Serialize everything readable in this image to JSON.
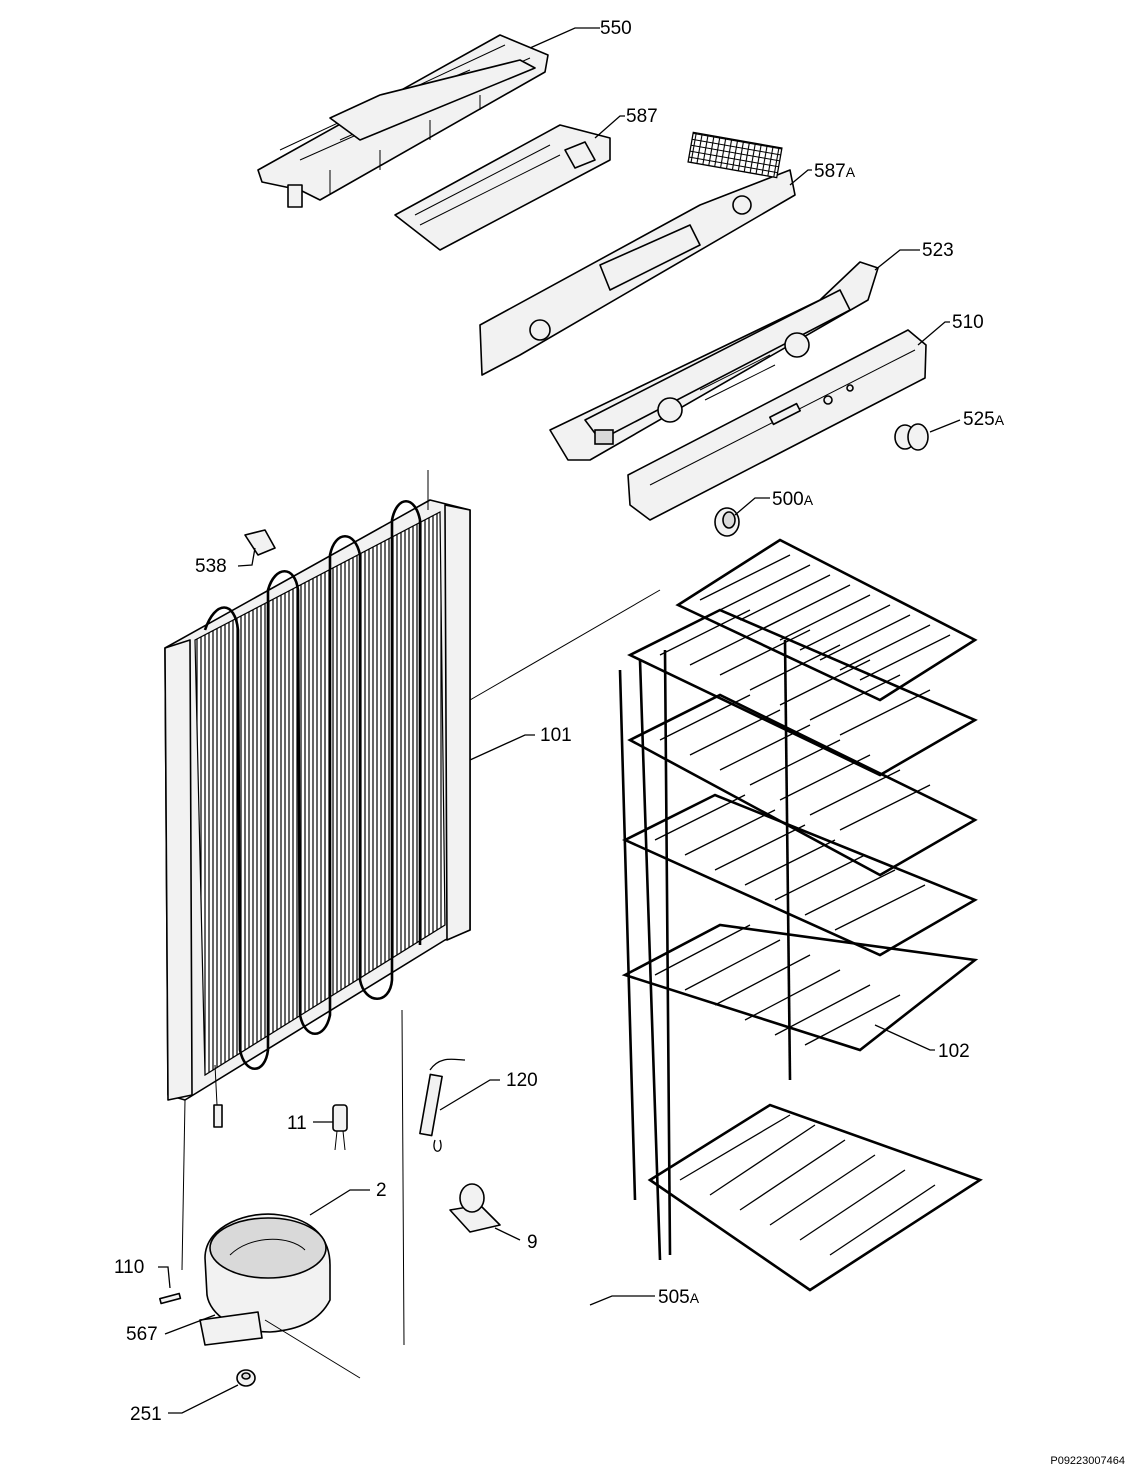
{
  "parts": [
    {
      "id": "550",
      "num": "550",
      "suffix": ""
    },
    {
      "id": "587",
      "num": "587",
      "suffix": ""
    },
    {
      "id": "587A",
      "num": "587",
      "suffix": "A"
    },
    {
      "id": "523",
      "num": "523",
      "suffix": ""
    },
    {
      "id": "510",
      "num": "510",
      "suffix": ""
    },
    {
      "id": "525A",
      "num": "525",
      "suffix": "A"
    },
    {
      "id": "500A",
      "num": "500",
      "suffix": "A"
    },
    {
      "id": "538",
      "num": "538",
      "suffix": ""
    },
    {
      "id": "101",
      "num": "101",
      "suffix": ""
    },
    {
      "id": "102",
      "num": "102",
      "suffix": ""
    },
    {
      "id": "120",
      "num": "120",
      "suffix": ""
    },
    {
      "id": "11",
      "num": "11",
      "suffix": ""
    },
    {
      "id": "2",
      "num": "2",
      "suffix": ""
    },
    {
      "id": "9",
      "num": "9",
      "suffix": ""
    },
    {
      "id": "110",
      "num": "110",
      "suffix": ""
    },
    {
      "id": "567",
      "num": "567",
      "suffix": ""
    },
    {
      "id": "505A",
      "num": "505",
      "suffix": "A"
    },
    {
      "id": "251",
      "num": "251",
      "suffix": ""
    }
  ],
  "drawing_reference": "P09223007464"
}
